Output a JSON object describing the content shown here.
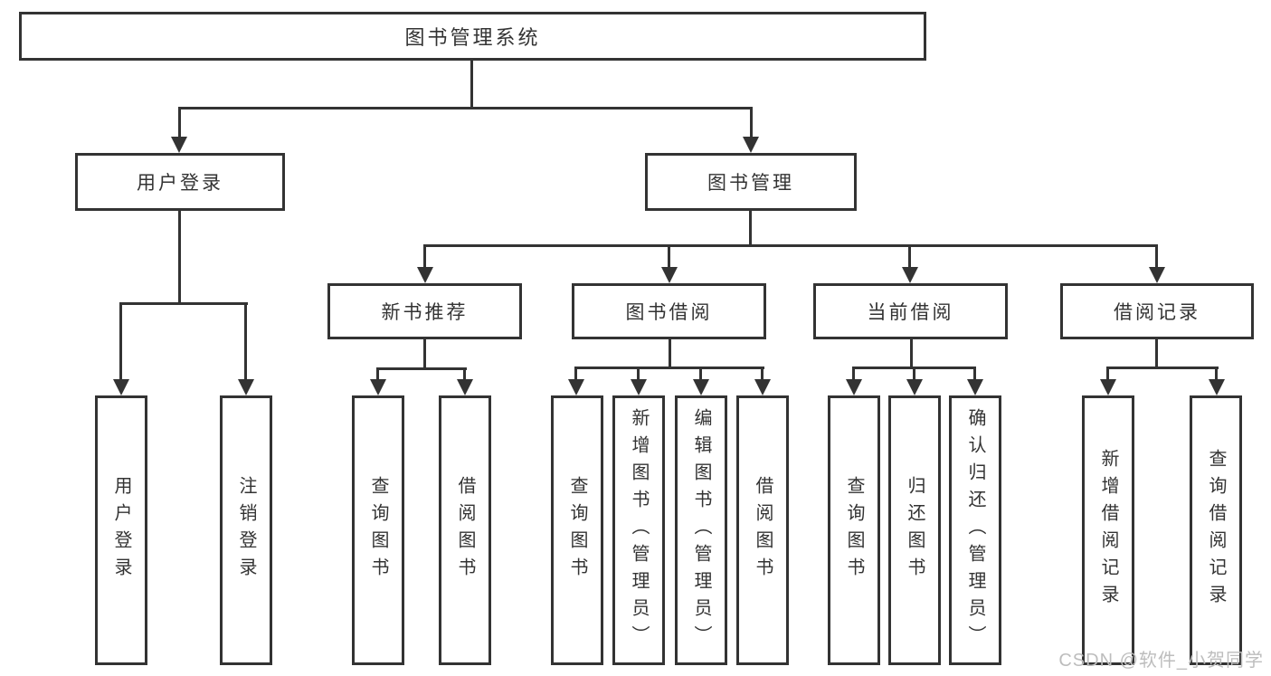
{
  "diagram": {
    "root": {
      "label": "图书管理系统"
    },
    "level2": {
      "user_login": {
        "label": "用户登录"
      },
      "book_management": {
        "label": "图书管理"
      }
    },
    "level3": {
      "new_book": {
        "label": "新书推荐"
      },
      "borrow": {
        "label": "图书借阅"
      },
      "current": {
        "label": "当前借阅"
      },
      "record": {
        "label": "借阅记录"
      }
    },
    "leaves": {
      "user_login": {
        "label": "用户登录"
      },
      "logout": {
        "label": "注销登录"
      },
      "nb_query": {
        "label": "查询图书"
      },
      "nb_borrow": {
        "label": "借阅图书"
      },
      "bb_query": {
        "label": "查询图书"
      },
      "bb_add": {
        "label": "新增图书（管理员）"
      },
      "bb_edit": {
        "label": "编辑图书（管理员）"
      },
      "bb_borrow": {
        "label": "借阅图书"
      },
      "cb_query": {
        "label": "查询图书"
      },
      "cb_return": {
        "label": "归还图书"
      },
      "cb_confirm": {
        "label": "确认归还（管理员）"
      },
      "br_add": {
        "label": "新增借阅记录"
      },
      "br_query": {
        "label": "查询借阅记录"
      }
    }
  },
  "watermark": {
    "text": "CSDN @软件_小贺同学"
  },
  "colors": {
    "line": "#333333",
    "box_border": "#333333",
    "text": "#333333",
    "watermark": "#bdbdbd",
    "background": "#ffffff"
  }
}
